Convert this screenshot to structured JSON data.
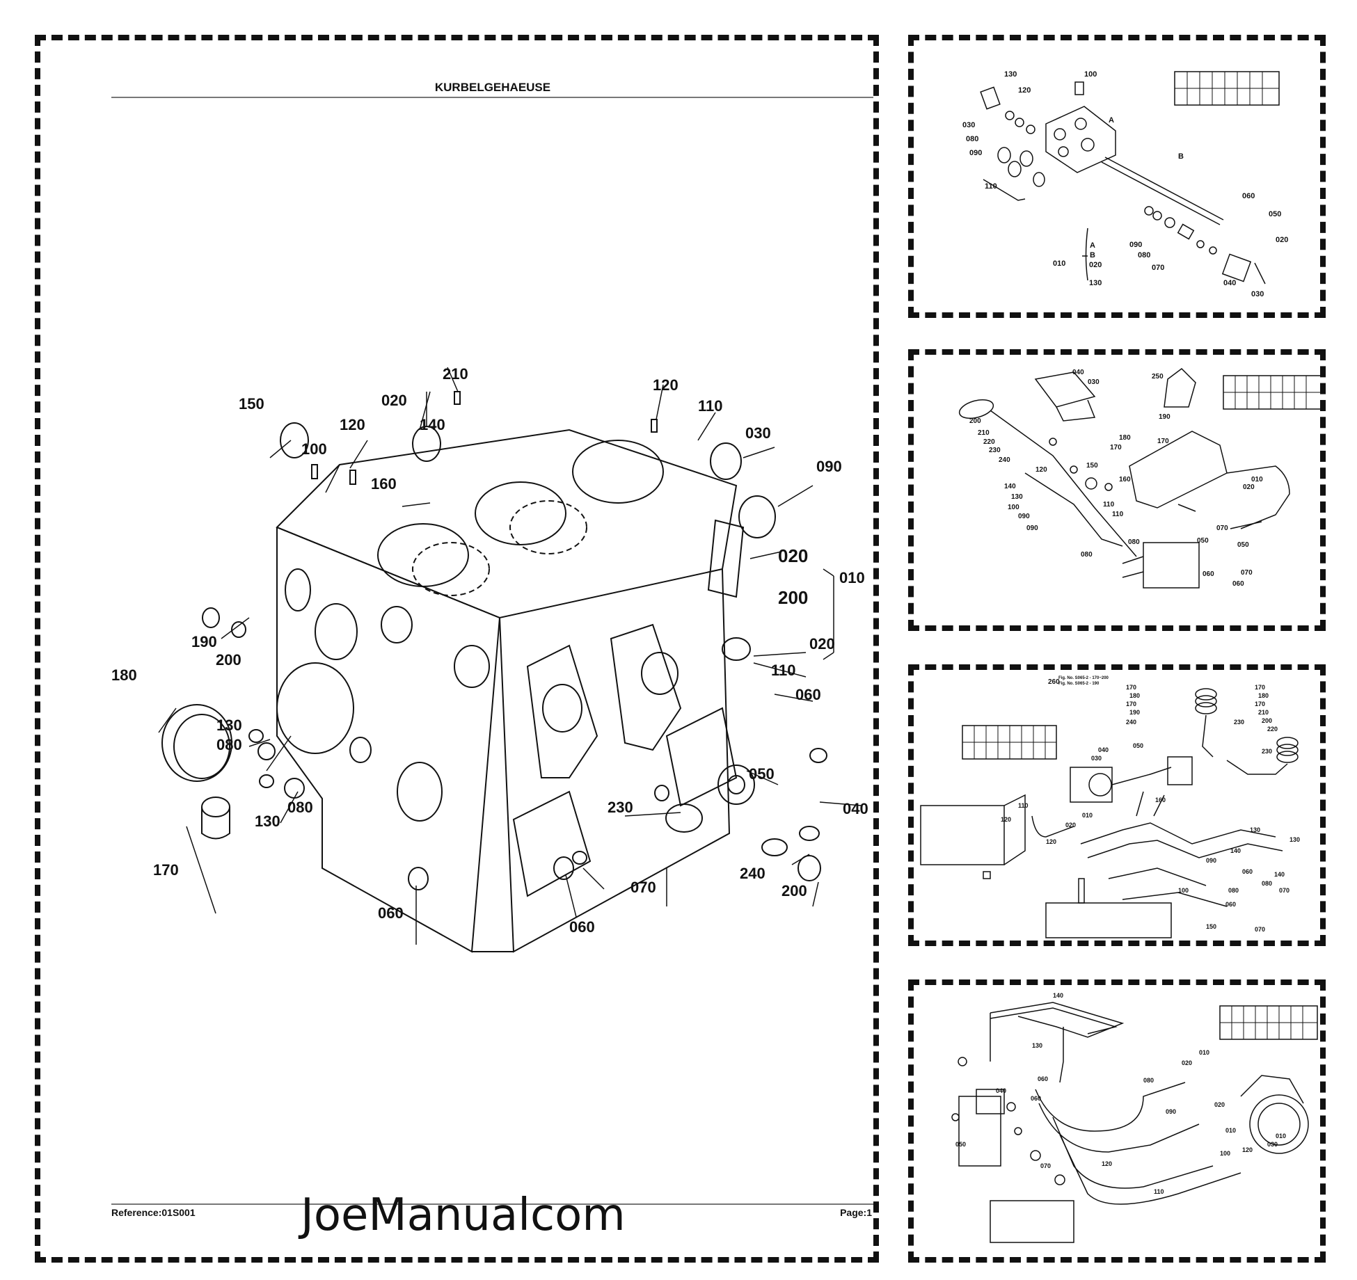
{
  "main_page": {
    "title": "KURBELGEHAEUSE",
    "reference": "Reference:01S001",
    "page": "Page:1",
    "callouts": [
      "210",
      "120",
      "150",
      "020",
      "140",
      "100",
      "120",
      "110",
      "030",
      "090",
      "160",
      "020",
      "010",
      "200",
      "190",
      "200",
      "020",
      "180",
      "110",
      "060",
      "130",
      "080",
      "050",
      "040",
      "230",
      "130",
      "080",
      "240",
      "170",
      "070",
      "200",
      "060",
      "060"
    ]
  },
  "panel1": {
    "callouts": [
      "130",
      "100",
      "120",
      "030",
      "080",
      "A",
      "090",
      "B",
      "110",
      "060",
      "050",
      "090",
      "020",
      "080",
      "070",
      "040",
      "030"
    ],
    "group": {
      "label": "010",
      "items": [
        "A",
        "B",
        "020",
        "130"
      ]
    }
  },
  "panel2": {
    "callouts": [
      "040",
      "030",
      "250",
      "200",
      "190",
      "210",
      "220",
      "170",
      "230",
      "180",
      "240",
      "170",
      "120",
      "150",
      "160",
      "020",
      "010",
      "140",
      "130",
      "100",
      "110",
      "090",
      "110",
      "090",
      "080",
      "080",
      "050",
      "070",
      "050",
      "070",
      "060",
      "060"
    ]
  },
  "panel3": {
    "note_number": "260",
    "note_lines": [
      "Fig. No. S065-2 - 170~200",
      "Fig. No. S065-2 - 190"
    ],
    "callouts": [
      "170",
      "180",
      "170",
      "190",
      "240",
      "230",
      "170",
      "180",
      "170",
      "210",
      "200",
      "220",
      "040",
      "030",
      "050",
      "230",
      "110",
      "120",
      "020",
      "010",
      "120",
      "160",
      "130",
      "130",
      "140",
      "090",
      "060",
      "080",
      "140",
      "100",
      "080",
      "070",
      "060",
      "150",
      "070"
    ]
  },
  "panel4": {
    "callouts": [
      "140",
      "130",
      "010",
      "020",
      "080",
      "060",
      "040",
      "060",
      "020",
      "090",
      "010",
      "050",
      "070",
      "120",
      "100",
      "120",
      "030",
      "010",
      "110"
    ]
  },
  "watermark": "JoeManualcom"
}
